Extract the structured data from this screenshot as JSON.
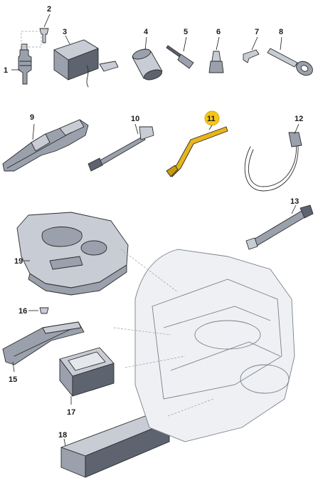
{
  "callouts": {
    "c1": "1",
    "c2": "2",
    "c3": "3",
    "c4": "4",
    "c5": "5",
    "c6": "6",
    "c7": "7",
    "c8": "8",
    "c9": "9",
    "c10": "10",
    "c11": "11",
    "c12": "12",
    "c13": "13",
    "c15": "15",
    "c16": "16",
    "c17": "17",
    "c18": "18",
    "c19": "19"
  },
  "colors": {
    "highlight": "#f5c518",
    "part_highlight": "#e8b51a",
    "line": "#1a1a1a"
  }
}
